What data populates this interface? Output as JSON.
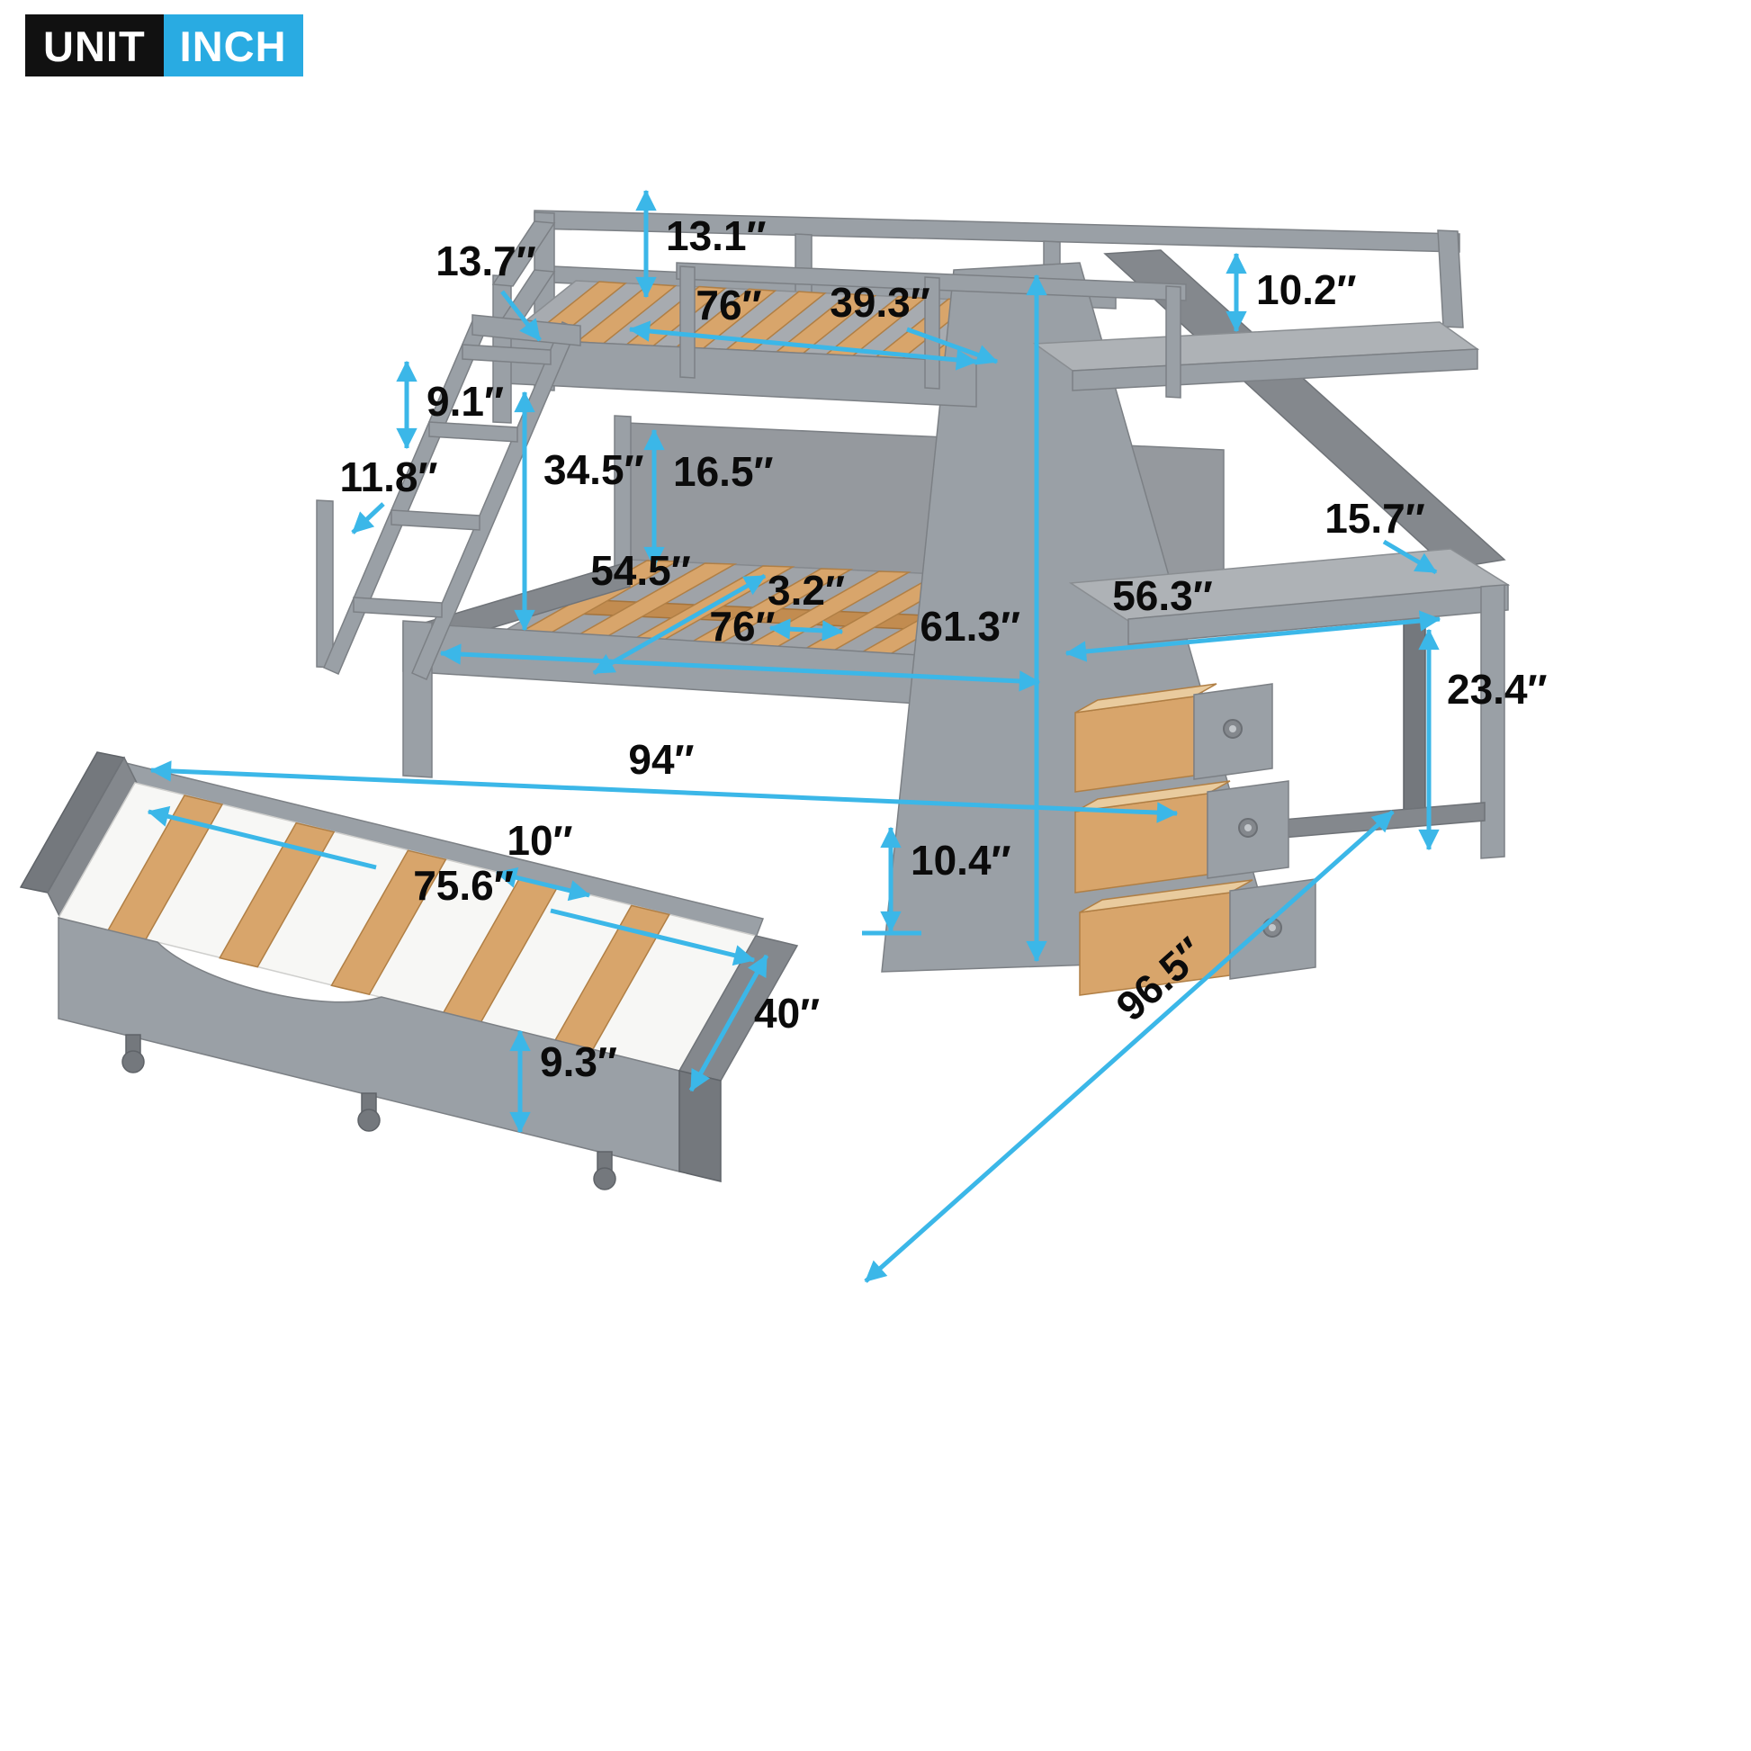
{
  "badge": {
    "unit": "UNIT",
    "inch": "INCH"
  },
  "colors": {
    "accent_arrow": "#3BB7E8",
    "unit_badge_bg": "#111111",
    "inch_badge_bg": "#29ABE2",
    "frame_gray": "#9AA0A6",
    "slat_wood": "#D8A56B"
  },
  "dimensions": {
    "guardrail_height": "13.1″",
    "top_rail_side": "13.7″",
    "top_bed_length": "76″",
    "top_bed_width": "39.3″",
    "shelf_spacing": "10.2″",
    "ladder_step_spacing": "9.1″",
    "ladder_step_width": "11.8″",
    "bunk_clearance": "34.5″",
    "lower_rail_height": "16.5″",
    "lower_bed_width": "54.5″",
    "lower_slat_gap": "3.2″",
    "lower_bed_length": "76″",
    "desk_depth": "15.7″",
    "desk_length": "56.3″",
    "overall_height": "61.3″",
    "desk_height": "23.4″",
    "overall_length": "94″",
    "trundle_slat_gap": "10″",
    "trundle_length": "75.6″",
    "under_bed_clearance": "10.4″",
    "trundle_height": "9.3″",
    "trundle_width": "40″",
    "overall_depth": "96.5″"
  }
}
